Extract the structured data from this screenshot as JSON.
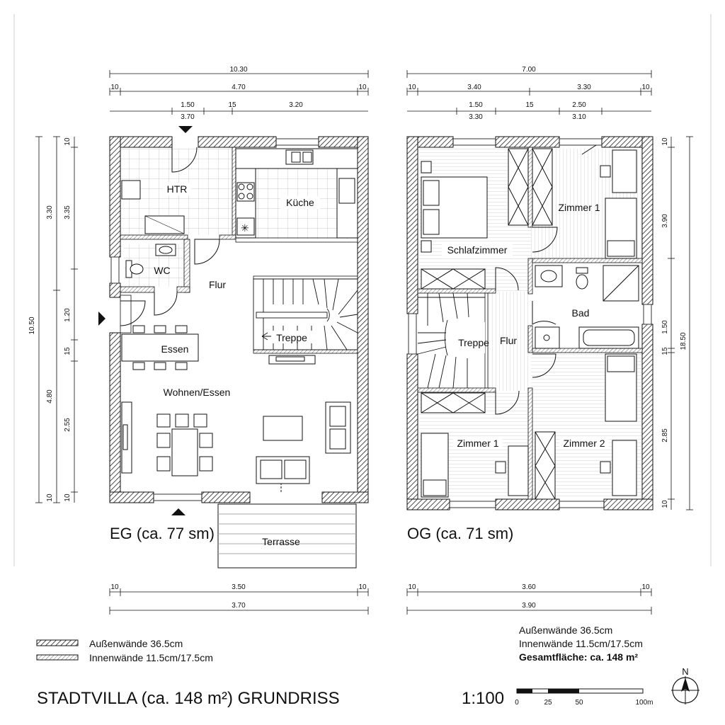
{
  "plan": {
    "title": "STADTVILLA (ca. 148 m²) GRUNDRISS",
    "scale_label": "1:100",
    "scalebar_ticks": [
      "0",
      "25",
      "50",
      "100m"
    ],
    "north_label": "N"
  },
  "eg": {
    "label": "EG (ca. 77 sm)",
    "rooms": {
      "htr": "HTR",
      "kueche": "Küche",
      "wc": "WC",
      "flur": "Flur",
      "treppe": "Treppe",
      "essen": "Essen",
      "wohnen": "Wohnen/Essen",
      "terrasse": "Terrasse"
    },
    "dims_top": {
      "overall": "10.30",
      "row2": [
        "10",
        "4.70",
        "10"
      ],
      "row3": [
        "1.50",
        "15",
        "3.20"
      ],
      "row3b": "3.70"
    },
    "dims_left": [
      "10.50",
      "3.30",
      "4.80",
      "10",
      "3.35",
      "1.20",
      "15",
      "2.55",
      "10"
    ],
    "dims_bottom": {
      "row1": [
        "10",
        "3.50",
        "10"
      ],
      "row2": "3.70"
    }
  },
  "og": {
    "label": "OG (ca. 71 sm)",
    "rooms": {
      "schlaf": "Schlafzimmer",
      "zimmer1_top": "Zimmer 1",
      "bad": "Bad",
      "treppe": "Treppe",
      "flur": "Flur",
      "zimmer1_bot": "Zimmer 1",
      "zimmer2": "Zimmer 2"
    },
    "dims_top": {
      "overall": "7.00",
      "row2": [
        "10",
        "3.40",
        "3.30",
        "10"
      ],
      "row3": [
        "1.50",
        "15",
        "2.50"
      ],
      "row3b": [
        "3.30",
        "3.10"
      ]
    },
    "dims_right": [
      "10",
      "3.90",
      "1.50",
      "15",
      "2.85",
      "10",
      "18.50"
    ],
    "dims_bottom": {
      "row1": [
        "10",
        "3.60",
        "10"
      ],
      "row2": "3.90"
    }
  },
  "legend": {
    "outer": "Außenwände 36.5cm",
    "inner": "Innenwände 11.5cm/17.5cm"
  },
  "summary": {
    "outer": "Außenwände 36.5cm",
    "inner": "Innenwände 11.5cm/17.5cm",
    "total": "Gesamtfläche: ca. 148 m²"
  }
}
